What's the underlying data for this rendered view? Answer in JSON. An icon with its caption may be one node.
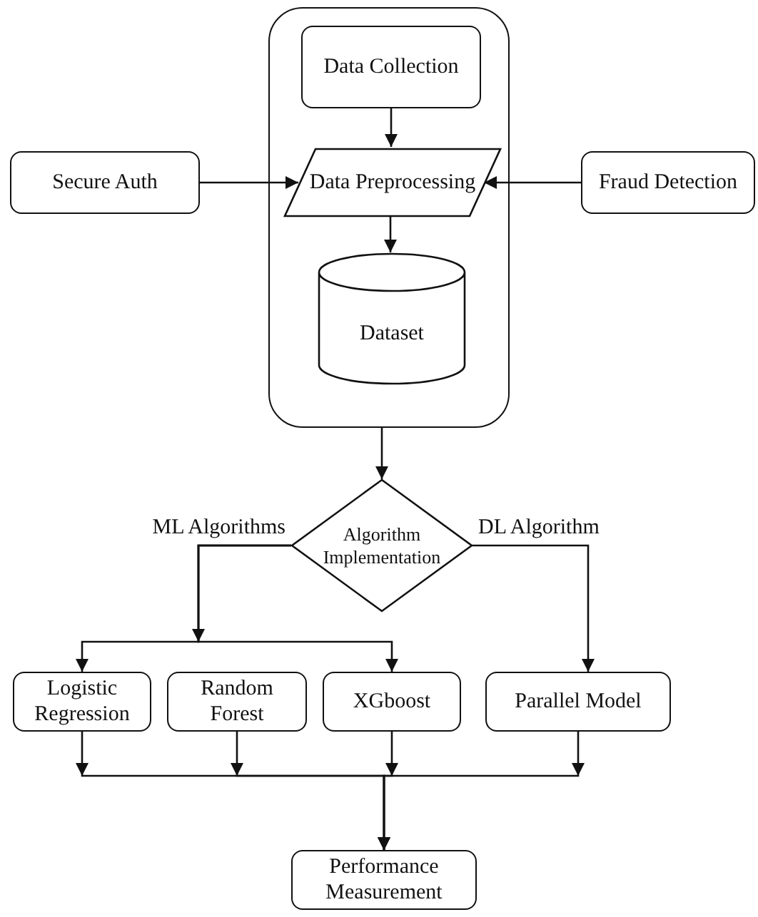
{
  "diagram": {
    "nodes": [
      {
        "text": [],
        "shape": "box"
      },
      {
        "text": [
          "Data Collection"
        ],
        "in": 0
      },
      {
        "text": [
          "Secure Auth"
        ]
      },
      {
        "text": [
          "Data Preprocessing"
        ],
        "in": 0
      },
      {
        "text": [
          "Fraud Detection"
        ]
      },
      {
        "text": [
          "Dataset"
        ],
        "in": 0
      },
      {
        "text": [
          "Algorithm Implementation"
        ]
      },
      {
        "text": [
          "Logistic Regression"
        ]
      },
      {
        "text": [
          "Random Forest"
        ]
      },
      {
        "text": [
          "XGboost"
        ]
      },
      {
        "text": [
          "Parallel Model"
        ]
      },
      {
        "text": [
          "Performance Measurement"
        ]
      }
    ],
    "edges": [
      {
        "from": 1,
        "to": 3,
        "arrow": "to"
      },
      {
        "from": 2,
        "to": 3,
        "arrow": "to"
      },
      {
        "from": 4,
        "to": 3,
        "arrow": "to"
      },
      {
        "from": 3,
        "to": 5,
        "arrow": "to"
      },
      {
        "from": 0,
        "to": 6,
        "arrow": "to"
      },
      {
        "from": 6,
        "to": 7,
        "arrow": "to",
        "label": "ML Algorithms"
      },
      {
        "from": 6,
        "to": 9,
        "arrow": "to"
      },
      {
        "from": 6,
        "to": 10,
        "arrow": "to",
        "label": "DL Algorithm"
      },
      {
        "from": 7,
        "to": 11,
        "arrow": "to"
      },
      {
        "from": 8,
        "to": 11,
        "arrow": "to"
      },
      {
        "from": 9,
        "to": 11,
        "arrow": "to"
      },
      {
        "from": 10,
        "to": 11,
        "arrow": "to"
      }
    ]
  }
}
